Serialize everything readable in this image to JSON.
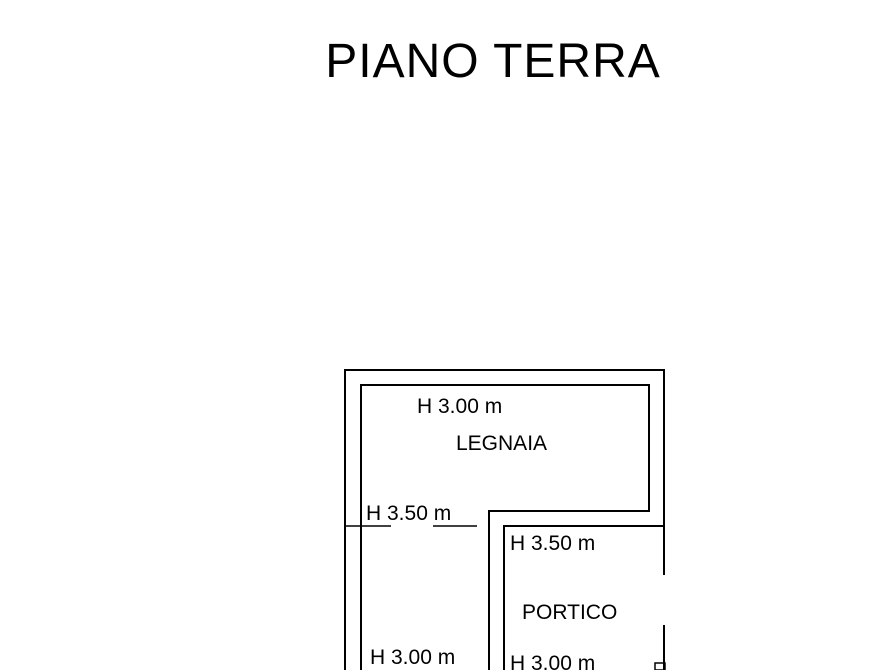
{
  "title": "PIANO TERRA",
  "rooms": [
    {
      "name": "LEGNAIA",
      "heights": [
        "H  3.00 m"
      ]
    },
    {
      "name": "PORTICO",
      "heights": [
        "H  3.50 m",
        "H  3.00 m"
      ]
    }
  ],
  "height_markers": [
    "H  3.50 m",
    "H  3.00 m"
  ]
}
